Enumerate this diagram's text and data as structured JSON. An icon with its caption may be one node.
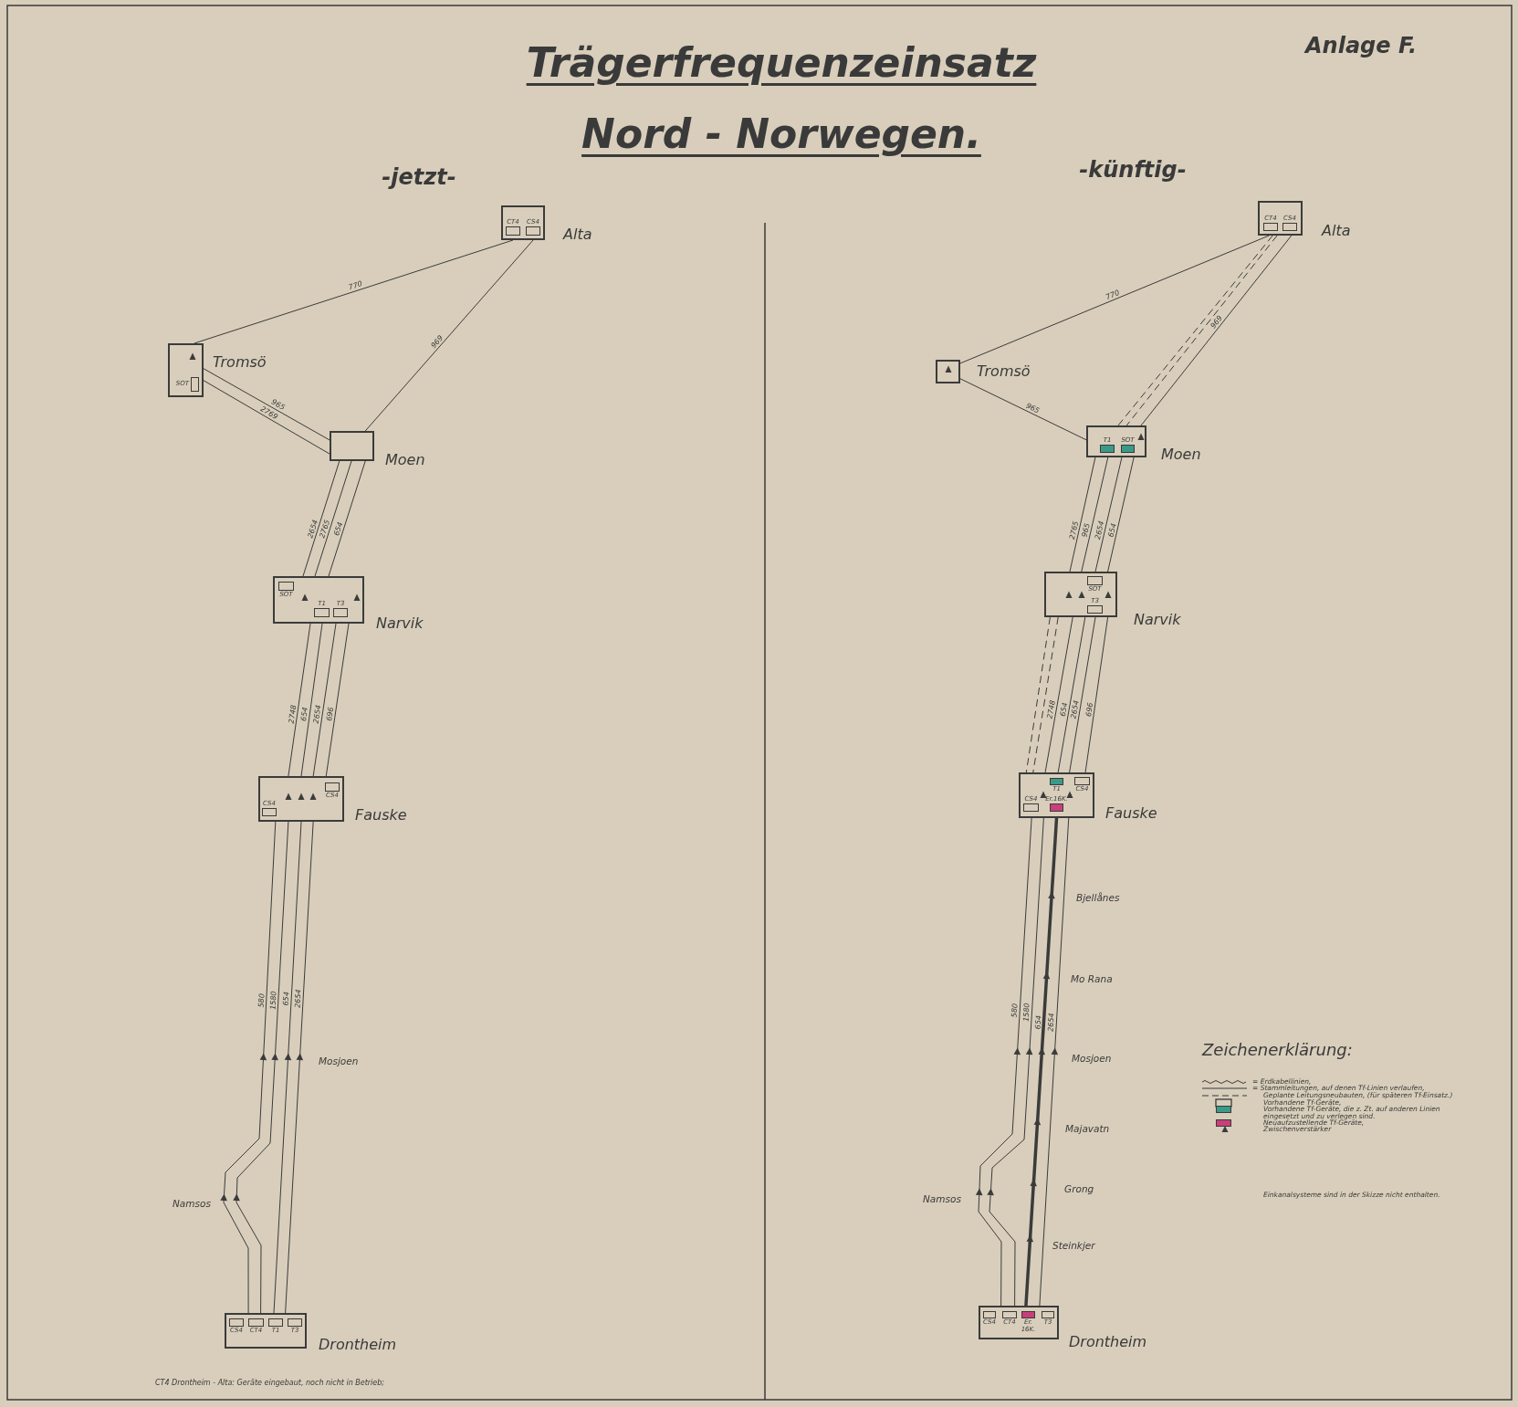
{
  "diagram": {
    "title": "Trägerfrequenzeinsatz Nord - Norwegen.",
    "nodes": [
      {
        "text": [
          "Alta"
        ]
      },
      {
        "text": [
          "CT4"
        ],
        "in": 0
      },
      {
        "text": [
          "CS4"
        ],
        "in": 0
      },
      {
        "text": [
          "Tromsö"
        ]
      },
      {
        "text": [
          "SOT"
        ],
        "in": 3
      },
      {
        "text": [
          "Moen"
        ]
      },
      {
        "text": [
          "Narvik"
        ]
      },
      {
        "text": [
          "SOT"
        ],
        "in": 6
      },
      {
        "text": [
          "T1"
        ],
        "in": 6
      },
      {
        "text": [
          "T3"
        ],
        "in": 6
      },
      {
        "text": [
          "Fauske"
        ]
      },
      {
        "text": [
          "CS4"
        ],
        "in": 10
      },
      {
        "text": [
          "CS4"
        ],
        "in": 10
      },
      {
        "text": [
          "Drontheim"
        ]
      },
      {
        "text": [
          "CS4"
        ],
        "in": 13
      },
      {
        "text": [
          "CT4"
        ],
        "in": 13
      },
      {
        "text": [
          "T1"
        ],
        "in": 13
      },
      {
        "text": [
          "T3"
        ],
        "in": 13
      },
      {
        "text": [
          "Alta"
        ]
      },
      {
        "text": [
          "CT4"
        ],
        "in": 18
      },
      {
        "text": [
          "CS4"
        ],
        "in": 18
      },
      {
        "text": [
          "Tromsö"
        ]
      },
      {
        "text": [
          "Moen"
        ]
      },
      {
        "text": [
          "T1"
        ],
        "in": 22
      },
      {
        "text": [
          "SOT"
        ],
        "in": 22
      },
      {
        "text": [
          "Narvik"
        ]
      },
      {
        "text": [
          "SOT"
        ],
        "in": 25
      },
      {
        "text": [
          "T3"
        ],
        "in": 25
      },
      {
        "text": [
          "Fauske"
        ]
      },
      {
        "text": [
          "T1"
        ],
        "in": 28
      },
      {
        "text": [
          "CS4"
        ],
        "in": 28
      },
      {
        "text": [
          "CS4"
        ],
        "in": 28
      },
      {
        "text": [
          "Er.16K."
        ],
        "in": 28
      },
      {
        "text": [
          "Drontheim"
        ]
      },
      {
        "text": [
          "CS4"
        ],
        "in": 33
      },
      {
        "text": [
          "CT4"
        ],
        "in": 33
      },
      {
        "text": [
          "Er. 16K."
        ],
        "in": 33
      },
      {
        "text": [
          "T3"
        ],
        "in": 33
      }
    ],
    "edges": [
      {
        "from": 0,
        "to": 3,
        "arrow": "none",
        "label": "770"
      },
      {
        "from": 0,
        "to": 5,
        "arrow": "none",
        "label": "969"
      },
      {
        "from": 3,
        "to": 5,
        "arrow": "none",
        "label": "965"
      },
      {
        "from": 3,
        "to": 5,
        "arrow": "none",
        "label": "2769"
      },
      {
        "from": 5,
        "to": 6,
        "arrow": "none",
        "label": "2654"
      },
      {
        "from": 5,
        "to": 6,
        "arrow": "none",
        "label": "2765"
      },
      {
        "from": 5,
        "to": 6,
        "arrow": "none",
        "label": "654"
      },
      {
        "from": 6,
        "to": 10,
        "arrow": "none",
        "label": "2748"
      },
      {
        "from": 6,
        "to": 10,
        "arrow": "none",
        "label": "654"
      },
      {
        "from": 6,
        "to": 10,
        "arrow": "none",
        "label": "2654"
      },
      {
        "from": 6,
        "to": 10,
        "arrow": "none",
        "label": "696"
      },
      {
        "from": 13,
        "to": 10,
        "arrow": "to",
        "label": "580"
      },
      {
        "from": 13,
        "to": 10,
        "arrow": "to",
        "label": "1580"
      },
      {
        "from": 13,
        "to": 10,
        "arrow": "to",
        "label": "654"
      },
      {
        "from": 13,
        "to": 10,
        "arrow": "to",
        "label": "2654"
      },
      {
        "from": 18,
        "to": 21,
        "arrow": "none",
        "label": "770"
      },
      {
        "from": 18,
        "to": 22,
        "arrow": "none",
        "style": "dashed"
      },
      {
        "from": 18,
        "to": 22,
        "arrow": "none",
        "style": "dashed"
      },
      {
        "from": 18,
        "to": 22,
        "arrow": "none",
        "label": "969"
      },
      {
        "from": 21,
        "to": 22,
        "arrow": "none",
        "label": "965"
      },
      {
        "from": 22,
        "to": 25,
        "arrow": "none",
        "label": "2765"
      },
      {
        "from": 22,
        "to": 25,
        "arrow": "none",
        "label": "965"
      },
      {
        "from": 22,
        "to": 25,
        "arrow": "none",
        "label": "2654"
      },
      {
        "from": 22,
        "to": 25,
        "arrow": "none",
        "label": "654"
      },
      {
        "from": 25,
        "to": 28,
        "arrow": "none",
        "style": "dashed"
      },
      {
        "from": 25,
        "to": 28,
        "arrow": "none",
        "style": "dashed"
      },
      {
        "from": 25,
        "to": 28,
        "arrow": "none",
        "label": "2748"
      },
      {
        "from": 25,
        "to": 28,
        "arrow": "none",
        "label": "654"
      },
      {
        "from": 25,
        "to": 28,
        "arrow": "none",
        "label": "2654"
      },
      {
        "from": 25,
        "to": 28,
        "arrow": "none",
        "label": "696"
      },
      {
        "from": 33,
        "to": 28,
        "arrow": "to",
        "label": "580"
      },
      {
        "from": 33,
        "to": 28,
        "arrow": "to",
        "label": "1580"
      },
      {
        "from": 33,
        "to": 28,
        "arrow": "to",
        "label": "654",
        "style": "thick"
      },
      {
        "from": 33,
        "to": 28,
        "arrow": "to",
        "label": "2654"
      }
    ],
    "labels": [
      "Anlage F.",
      "-jetzt-",
      "-künftig-",
      "Mosjoen",
      "Namsos",
      "Bjellånes",
      "Mo Rana",
      "Mosjoen",
      "Majavatn",
      "Grong",
      "Namsos",
      "Steinkjer",
      "Zeichenerklärung:",
      "Einkanalsysteme sind in der Skizze nicht enthalten.",
      "CT4 Drontheim - Alta: Geräte eingebaut, noch nicht in Betrieb;"
    ],
    "legend": [
      {
        "text": "= Erdkabellinien,"
      },
      {
        "text": "= Stammleitungen, auf denen Tf-Linien verlaufen,"
      },
      {
        "text": "Geplante Leitungsneubauten, (für späteren Tf-Einsatz.)"
      },
      {
        "text": "Vorhandene Tf-Geräte,"
      },
      {
        "text": "Vorhandene Tf-Geräte, die z. Zt. auf anderen Linien eingesetzt und zu verlegen sind.",
        "color": "#3a9a88"
      },
      {
        "text": "Neuaufzustellende Tf-Geräte,",
        "color": "#c8407a"
      },
      {
        "text": "Zwischenverstärker"
      }
    ]
  }
}
